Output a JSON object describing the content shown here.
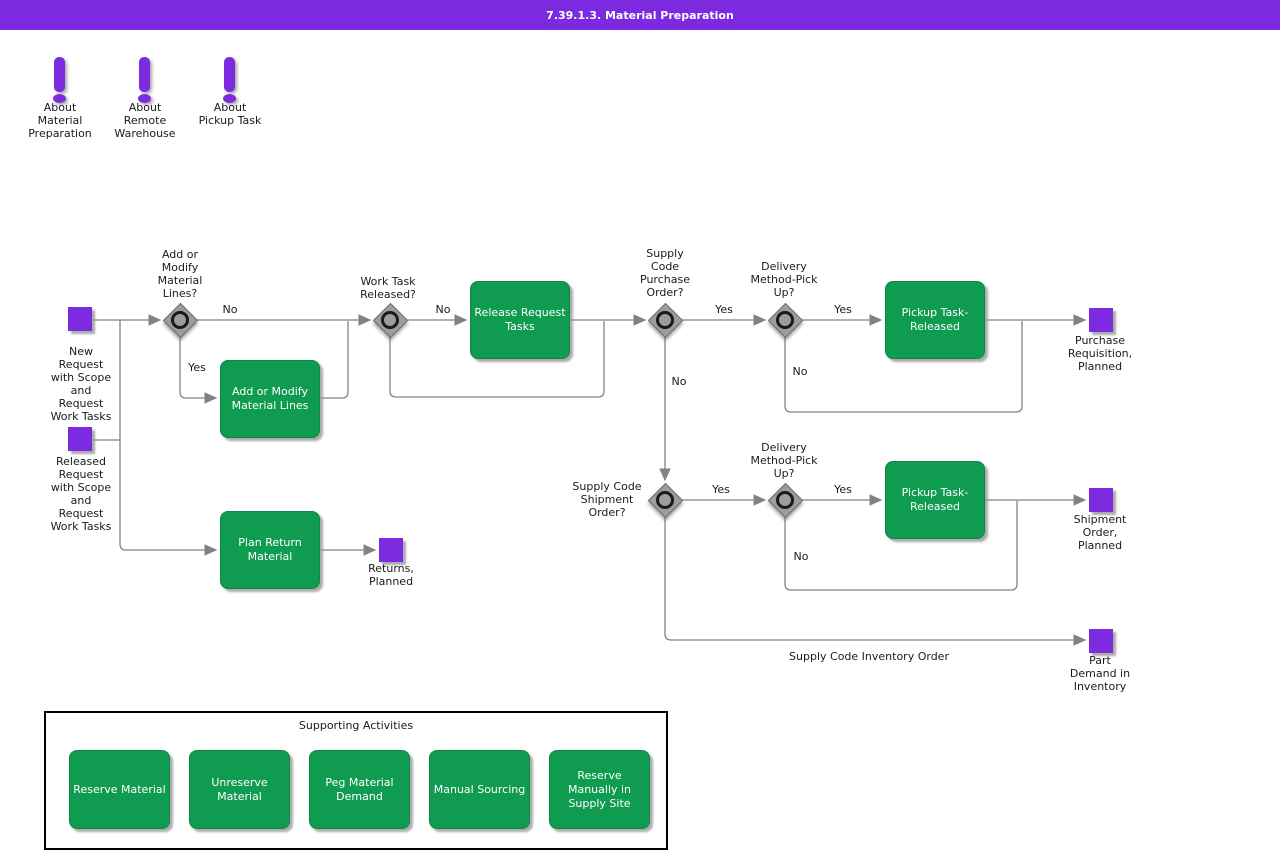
{
  "title_bar": {
    "title": "7.39.1.3. Material Preparation"
  },
  "colors": {
    "purple": "#7d2be1",
    "green": "#0f9b50",
    "line": "#828282",
    "gateway_fill": "#9c9c9c"
  },
  "about_links": [
    {
      "label": "About\nMaterial\nPreparation"
    },
    {
      "label": "About\nRemote\nWarehouse"
    },
    {
      "label": "About\nPickup Task"
    }
  ],
  "start_events": [
    {
      "label": "New\nRequest\nwith Scope\nand\nRequest\nWork Tasks"
    },
    {
      "label": "Released\nRequest\nwith Scope\nand\nRequest\nWork Tasks"
    }
  ],
  "gateways": [
    {
      "label": "Add or\nModify\nMaterial\nLines?"
    },
    {
      "label": "Work Task\nReleased?"
    },
    {
      "label": "Supply\nCode\nPurchase\nOrder?"
    },
    {
      "label": "Delivery\nMethod-Pick\nUp?"
    },
    {
      "label": "Supply Code\nShipment\nOrder?"
    },
    {
      "label": "Delivery\nMethod-Pick\nUp?"
    }
  ],
  "tasks": [
    {
      "label": "Add or Modify\nMaterial Lines"
    },
    {
      "label": "Release Request\nTasks"
    },
    {
      "label": "Pickup Task-\nReleased"
    },
    {
      "label": "Pickup Task-\nReleased"
    },
    {
      "label": "Plan Return\nMaterial"
    }
  ],
  "end_events": [
    {
      "label": "Purchase\nRequisition,\nPlanned"
    },
    {
      "label": "Shipment\nOrder,\nPlanned"
    },
    {
      "label": "Returns,\nPlanned"
    },
    {
      "label": "Part\nDemand in\nInventory"
    }
  ],
  "edge_labels": {
    "g1_no": "No",
    "g1_yes": "Yes",
    "g2_no": "No",
    "g3_yes": "Yes",
    "g3_no": "No",
    "g4_yes": "Yes",
    "g4_no": "No",
    "g5_yes": "Yes",
    "g6_yes": "Yes",
    "g6_no": "No",
    "inventory_order": "Supply Code Inventory Order"
  },
  "supporting": {
    "title": "Supporting Activities",
    "activities": [
      {
        "label": "Reserve Material"
      },
      {
        "label": "Unreserve\nMaterial"
      },
      {
        "label": "Peg Material\nDemand"
      },
      {
        "label": "Manual Sourcing"
      },
      {
        "label": "Reserve\nManually in\nSupply Site"
      }
    ]
  }
}
